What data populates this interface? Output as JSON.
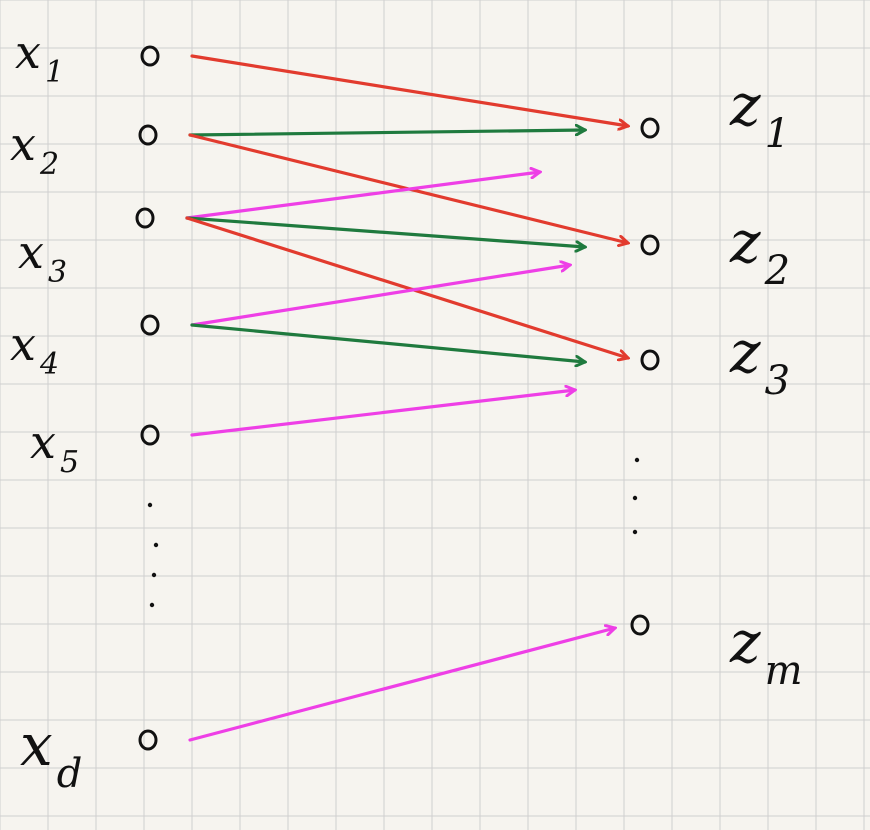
{
  "diagram": {
    "inputs": [
      {
        "id": "x1",
        "base": "x",
        "sub": "1"
      },
      {
        "id": "x2",
        "base": "x",
        "sub": "2"
      },
      {
        "id": "x3",
        "base": "x",
        "sub": "3"
      },
      {
        "id": "x4",
        "base": "x",
        "sub": "4"
      },
      {
        "id": "x5",
        "base": "x",
        "sub": "5"
      },
      {
        "id": "xd",
        "base": "x",
        "sub": "d"
      }
    ],
    "outputs": [
      {
        "id": "z1",
        "base": "z",
        "sub": "1"
      },
      {
        "id": "z2",
        "base": "z",
        "sub": "2"
      },
      {
        "id": "z3",
        "base": "z",
        "sub": "3"
      },
      {
        "id": "zm",
        "base": "z",
        "sub": "m"
      }
    ],
    "edges": [
      {
        "from": "x1",
        "to": "z1",
        "color": "red"
      },
      {
        "from": "x2",
        "to": "z1",
        "color": "green"
      },
      {
        "from": "x2",
        "to": "z2",
        "color": "red"
      },
      {
        "from": "x3",
        "to": "z1",
        "color": "magenta"
      },
      {
        "from": "x3",
        "to": "z2",
        "color": "green"
      },
      {
        "from": "x3",
        "to": "z3",
        "color": "red"
      },
      {
        "from": "x4",
        "to": "z2",
        "color": "magenta"
      },
      {
        "from": "x4",
        "to": "z3",
        "color": "green"
      },
      {
        "from": "x5",
        "to": "z3",
        "color": "magenta"
      },
      {
        "from": "xd",
        "to": "zm",
        "color": "magenta"
      }
    ],
    "colors": {
      "red": "#e23b2e",
      "green": "#1f7a3e",
      "magenta": "#ee3fe6",
      "grid": "#cfcfcf",
      "ink": "#111111"
    }
  }
}
